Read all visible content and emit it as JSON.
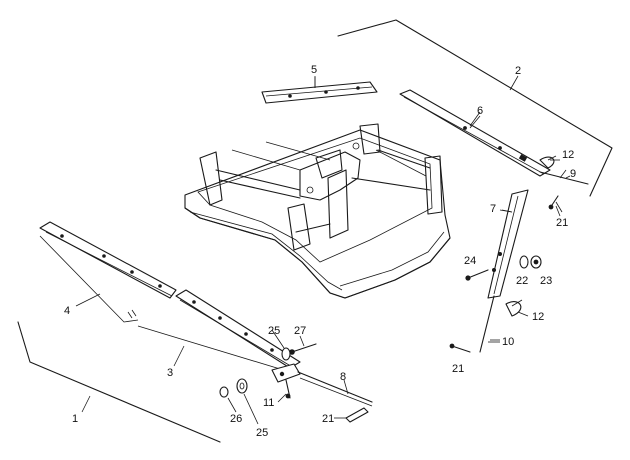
{
  "diagram": {
    "callouts": {
      "c1": "1",
      "c2": "2",
      "c3": "3",
      "c4": "4",
      "c5": "5",
      "c6": "6",
      "c7": "7",
      "c8": "8",
      "c9": "9",
      "c10": "10",
      "c11": "11",
      "c12a": "12",
      "c12b": "12",
      "c21a": "21",
      "c21b": "21",
      "c21c": "21",
      "c22": "22",
      "c23": "23",
      "c24": "24",
      "c25a": "25",
      "c25b": "25",
      "c26": "26",
      "c27": "27"
    }
  }
}
